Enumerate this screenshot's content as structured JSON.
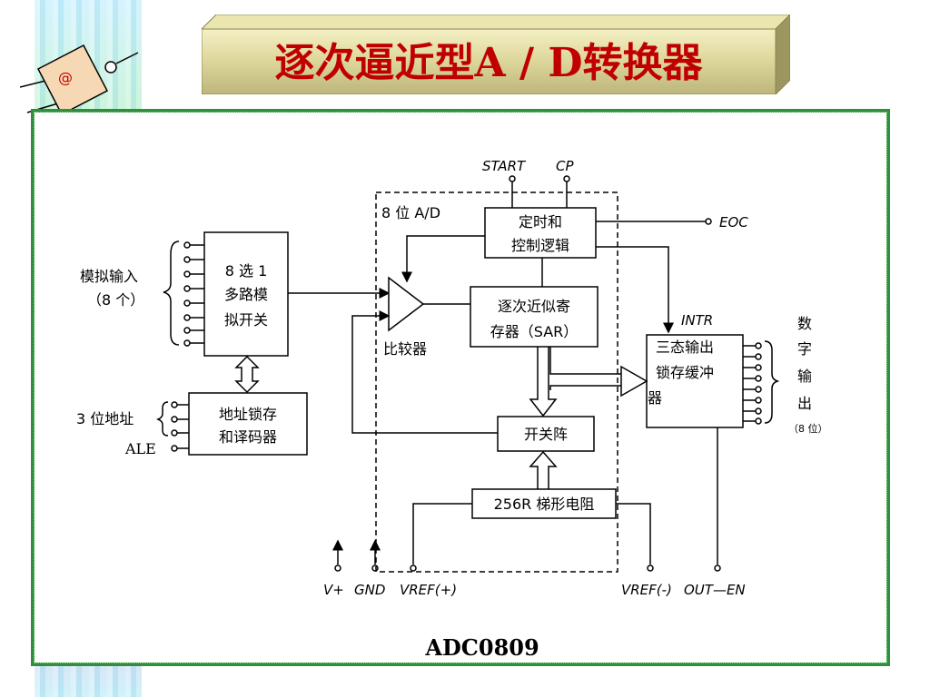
{
  "slide": {
    "title": "逐次逼近型A / D转换器",
    "logo_text": "@"
  },
  "diagram": {
    "caption": "ADC0809",
    "box_label": "8 位 A/D",
    "blocks": {
      "mux_line1": "8 选 1",
      "mux_line2": "多路模",
      "mux_line3": "拟开关",
      "latch_line1": "地址锁存",
      "latch_line2": "和译码器",
      "control_line1": "定时和",
      "control_line2": "控制逻辑",
      "sar_line1": "逐次近似寄",
      "sar_line2": "存器（SAR）",
      "switch": "开关阵",
      "resistor": "256R 梯形电阻",
      "buffer_line1": "三态输出",
      "buffer_line2": "锁存缓冲",
      "buffer_line3": "器"
    },
    "labels": {
      "analog_in_1": "模拟输入",
      "analog_in_2": "（8 个）",
      "address": "3 位地址",
      "ale": "ALE",
      "comparator": "比较器",
      "start": "START",
      "cp": "CP",
      "eoc": "EOC",
      "intr": "INTR",
      "digital_out_1": "数",
      "digital_out_2": "字",
      "digital_out_3": "输",
      "digital_out_4": "出",
      "digital_out_5": "（8 位）",
      "vplus": "V+",
      "gnd": "GND",
      "vref_pos": "VREF(+)",
      "vref_neg": "VREF(-)",
      "out_en": "OUT—EN"
    }
  },
  "colors": {
    "title_text": "#c00000",
    "frame_border": "#2f8f3a"
  }
}
